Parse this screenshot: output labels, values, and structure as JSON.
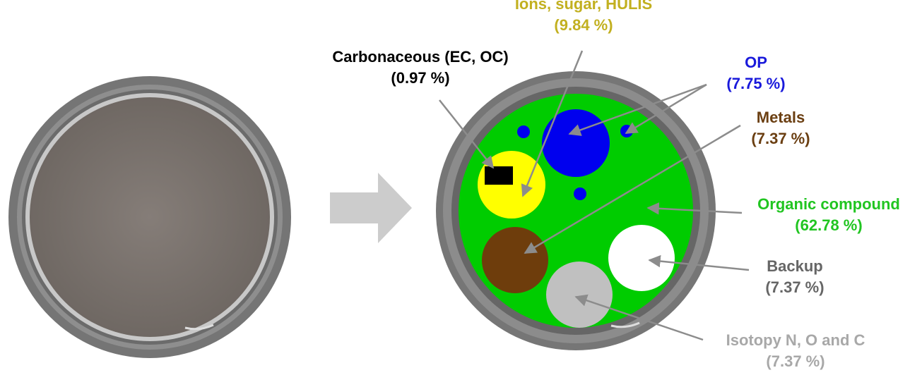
{
  "labels": {
    "ions": {
      "name": "Ions, sugar, HULIS",
      "pct": "(9.84 %)",
      "color": "#c2b020"
    },
    "carbon": {
      "name": "Carbonaceous (EC, OC)",
      "pct": "(0.97 %)",
      "color": "#000000"
    },
    "op": {
      "name": "OP",
      "pct": "(7.75 %)",
      "color": "#1a1adb"
    },
    "metals": {
      "name": "Metals",
      "pct": "(7.37 %)",
      "color": "#6b3f12"
    },
    "organic": {
      "name": "Organic compound",
      "pct": "(62.78 %)",
      "color": "#21c521"
    },
    "backup": {
      "name": "Backup",
      "pct": "(7.37 %)",
      "color": "#666666"
    },
    "isotopy": {
      "name": "Isotopy N, O and C",
      "pct": "(7.37 %)",
      "color": "#a8a8a8"
    }
  },
  "colors": {
    "filter_ring": "#7a7a7a",
    "filter_fill": "#7d7570",
    "organic_area": "#00cc00",
    "ions_spot": "#ffff00",
    "op_spot": "#0000ee",
    "metals_spot": "#6e3d0c",
    "backup_spot": "#ffffff",
    "isotopy_spot": "#c0c0c0",
    "carbon_spot": "#000000",
    "arrow": "#8c8c8c",
    "big_arrow": "#cccccc"
  }
}
